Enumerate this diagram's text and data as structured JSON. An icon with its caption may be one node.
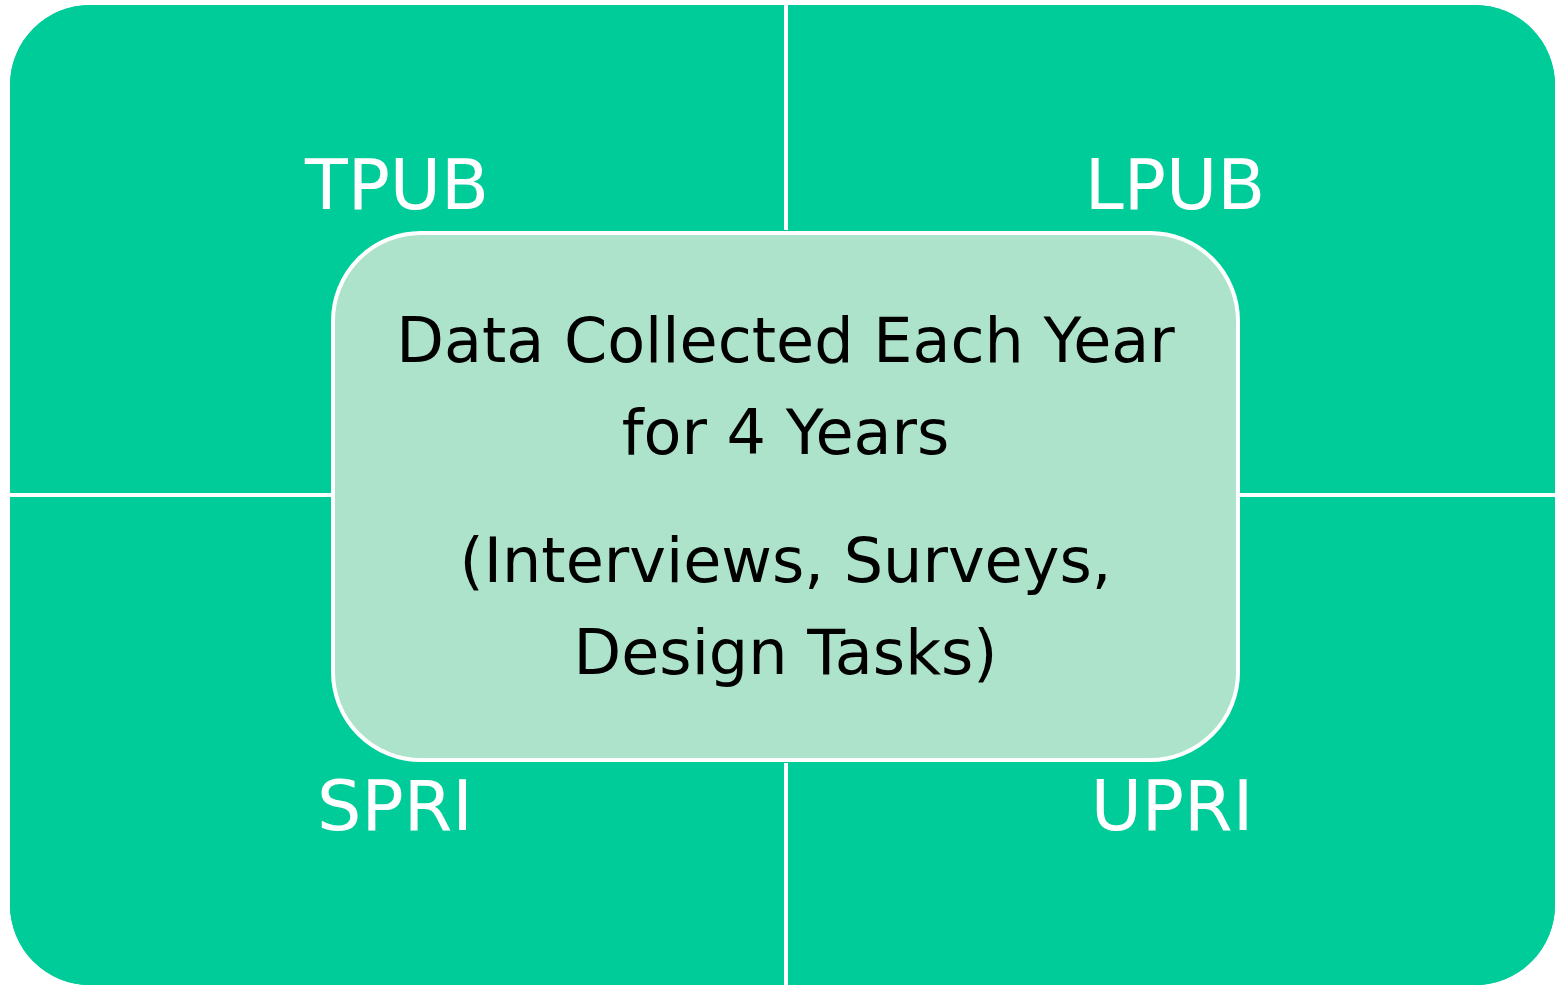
{
  "diagram": {
    "nodes": [
      {
        "text": [
          "TPUB"
        ]
      },
      {
        "text": [
          "LPUB"
        ]
      },
      {
        "text": [
          "SPRI"
        ]
      },
      {
        "text": [
          "UPRI"
        ]
      },
      {
        "text": [
          "Data Collected Each Year for 4 Years",
          "(Interviews, Surveys, Design Tasks)"
        ]
      }
    ]
  }
}
